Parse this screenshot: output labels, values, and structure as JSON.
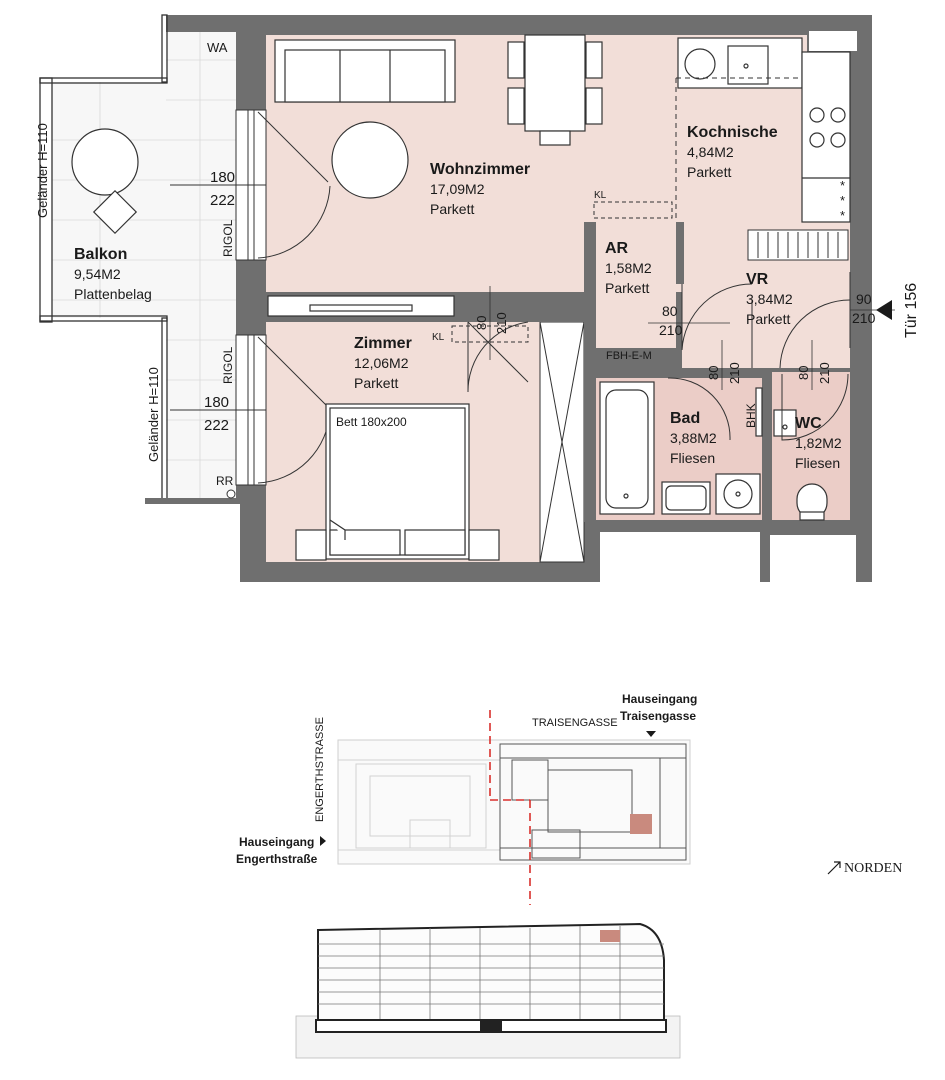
{
  "rooms": {
    "wohnzimmer": {
      "name": "Wohnzimmer",
      "area": "17,09M2",
      "floor": "Parkett"
    },
    "kochnische": {
      "name": "Kochnische",
      "area": "4,84M2",
      "floor": "Parkett"
    },
    "balkon": {
      "name": "Balkon",
      "area": "9,54M2",
      "floor": "Plattenbelag"
    },
    "ar": {
      "name": "AR",
      "area": "1,58M2",
      "floor": "Parkett"
    },
    "vr": {
      "name": "VR",
      "area": "3,84M2",
      "floor": "Parkett"
    },
    "zimmer": {
      "name": "Zimmer",
      "area": "12,06M2",
      "floor": "Parkett"
    },
    "bad": {
      "name": "Bad",
      "area": "3,88M2",
      "floor": "Fliesen"
    },
    "wc": {
      "name": "WC",
      "area": "1,82M2",
      "floor": "Fliesen"
    }
  },
  "labels": {
    "wa": "WA",
    "rigol": "RIGOL",
    "gelaender": "Geländer H=110",
    "kl": "KL",
    "fbh": "FBH-E-M",
    "bhk": "BHK",
    "rr": "RR",
    "bett": "Bett 180x200",
    "tuer": "Tür 156",
    "window_w": "180",
    "window_h": "222",
    "door80": "80",
    "door90": "90",
    "door210": "210"
  },
  "site": {
    "traisengasse": "TRAISENGASSE",
    "engerthstrasse": "ENGERTHSTRASSE",
    "entrance_traisen_1": "Hauseingang",
    "entrance_traisen_2": "Traisengasse",
    "entrance_enger_1": "Hauseingang",
    "entrance_enger_2": "Engerthstraße",
    "north": "NORDEN"
  },
  "colors": {
    "living": "#f2ded8",
    "wet": "#ebcdc7",
    "wall": "#6f6f6f",
    "highlight": "#c98a7e",
    "cut": "#d9302c"
  }
}
